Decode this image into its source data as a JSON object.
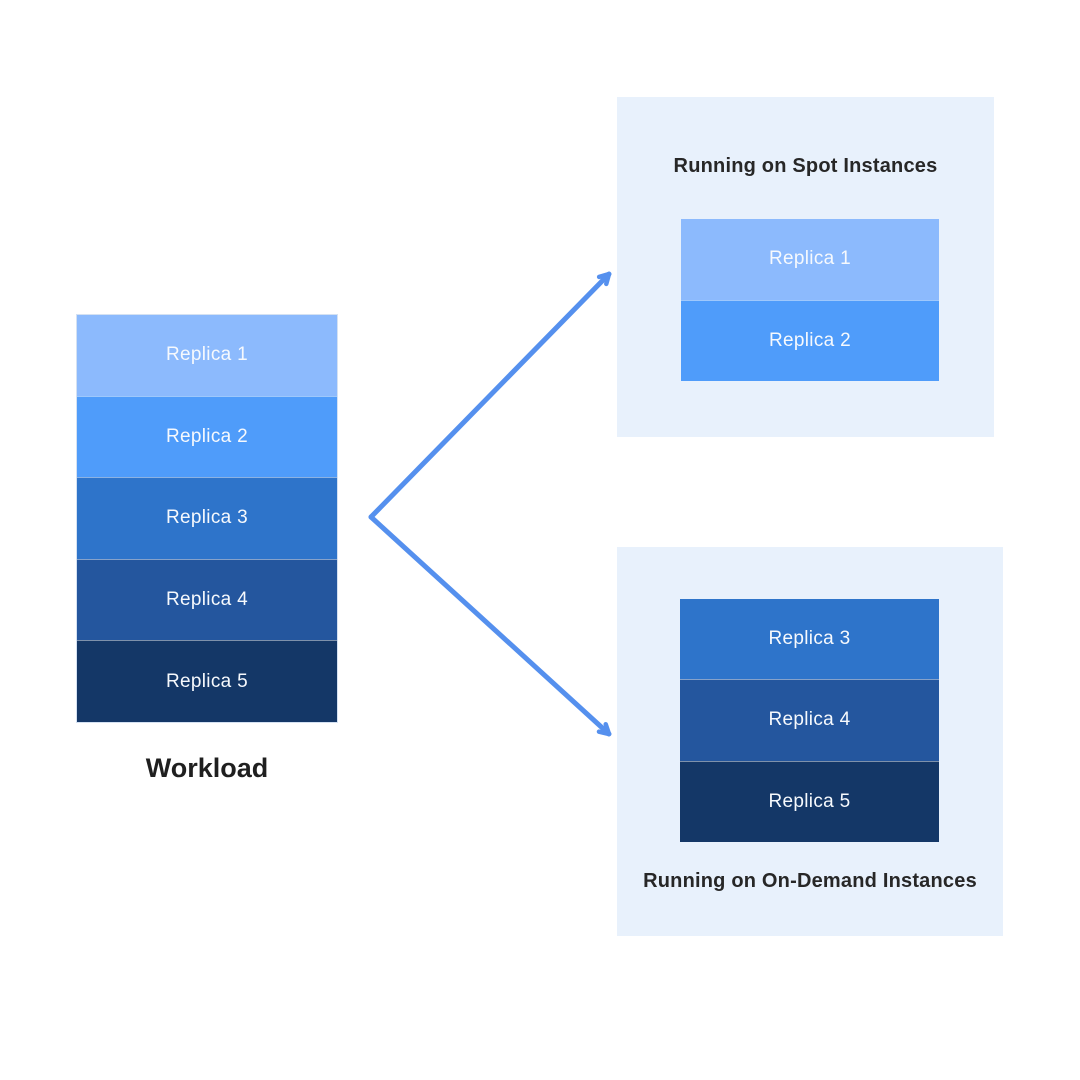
{
  "diagram": {
    "workload": {
      "title": "Workload",
      "replicas": [
        {
          "label": "Replica 1",
          "color": "#8CBAFD"
        },
        {
          "label": "Replica 2",
          "color": "#4F9CFA"
        },
        {
          "label": "Replica 3",
          "color": "#2E74CA"
        },
        {
          "label": "Replica 4",
          "color": "#24569E"
        },
        {
          "label": "Replica 5",
          "color": "#143767"
        }
      ]
    },
    "spot_panel": {
      "title": "Running on Spot Instances",
      "replicas": [
        {
          "label": "Replica 1",
          "color": "#8CBAFD"
        },
        {
          "label": "Replica 2",
          "color": "#4F9CFA"
        }
      ]
    },
    "ondemand_panel": {
      "title": "Running on On-Demand Instances",
      "replicas": [
        {
          "label": "Replica 3",
          "color": "#2E74CA"
        },
        {
          "label": "Replica 4",
          "color": "#24569E"
        },
        {
          "label": "Replica 5",
          "color": "#143767"
        }
      ]
    },
    "colors": {
      "panel_background": "#E8F1FC",
      "arrow": "#5590EE",
      "replica_text": "#F6F9FD",
      "heading_text": "#272727"
    }
  }
}
